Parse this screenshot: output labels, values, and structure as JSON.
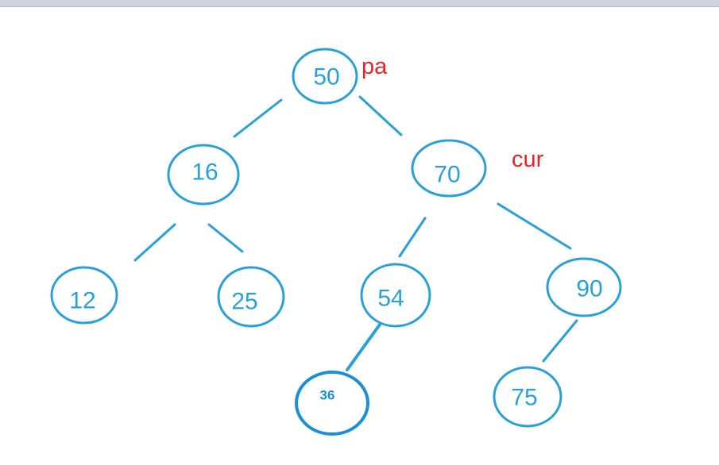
{
  "colors": {
    "node": "#2aa0d8",
    "highlight": "#1a8fd6",
    "annotation": "#e8232a"
  },
  "nodes": {
    "n50": "50",
    "n16": "16",
    "n70": "70",
    "n12": "12",
    "n25": "25",
    "n54": "54",
    "n90": "90",
    "n36": "36",
    "n75": "75"
  },
  "annotations": {
    "pa": "pa",
    "cur": "cur"
  }
}
